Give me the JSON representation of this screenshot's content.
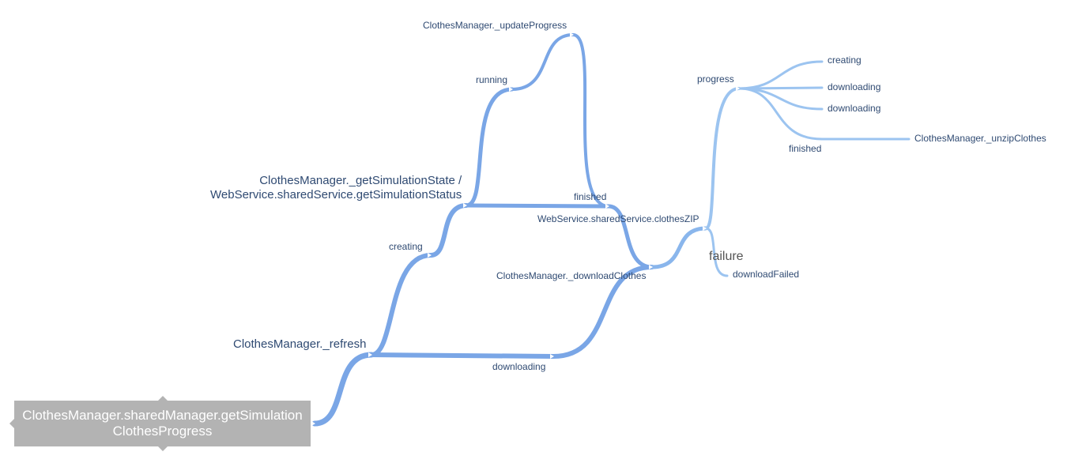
{
  "diagram": {
    "colors": {
      "edge_level1": "#7aa6e6",
      "edge_level2": "#8ab6ec",
      "edge_level3": "#9cc4f0",
      "root_fill": "#b3b3b3",
      "label_text": "#2f4a72",
      "root_text": "#ffffff",
      "failure_text": "#555555"
    },
    "root": {
      "line1": "ClothesManager.sharedManager.getSimulation",
      "line2": "ClothesProgress"
    },
    "labels": {
      "refresh": "ClothesManager._refresh",
      "creating_1": "creating",
      "downloading_1": "downloading",
      "get_state_line1": "ClothesManager._getSimulationState /",
      "get_state_line2": "WebService.sharedService.getSimulationStatus",
      "running": "running",
      "update_progress": "ClothesManager._updateProgress",
      "finished_1": "finished",
      "clothes_zip": "WebService.sharedService.clothesZIP",
      "download_clothes": "ClothesManager._downloadClothes",
      "progress": "progress",
      "failure": "failure",
      "download_failed": "downloadFailed",
      "creating_2": "creating",
      "downloading_2": "downloading",
      "downloading_3": "downloading",
      "finished_2": "finished",
      "unzip_clothes": "ClothesManager._unzipClothes"
    }
  }
}
